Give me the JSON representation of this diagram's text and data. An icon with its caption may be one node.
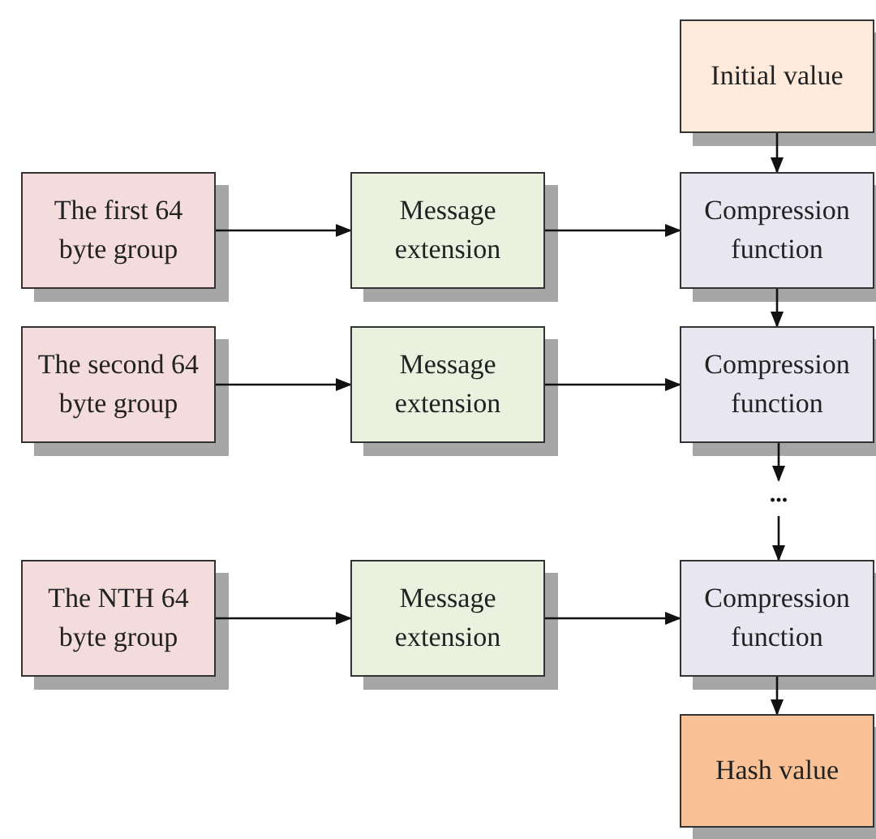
{
  "diagram": {
    "nodes": [
      {
        "text": [
          "Initial value"
        ]
      },
      {
        "text": [
          "The first 64 byte group"
        ]
      },
      {
        "text": [
          "Message extension"
        ]
      },
      {
        "text": [
          "Compression function"
        ]
      },
      {
        "text": [
          "The second 64 byte group"
        ]
      },
      {
        "text": [
          "Message extension"
        ]
      },
      {
        "text": [
          "Compression function"
        ]
      },
      {
        "text": [
          "..."
        ]
      },
      {
        "text": [
          "The NTH 64 byte group"
        ]
      },
      {
        "text": [
          "Message extension"
        ]
      },
      {
        "text": [
          "Compression function"
        ]
      },
      {
        "text": [
          "Hash value"
        ]
      }
    ],
    "edges": [
      {
        "from": 0,
        "to": 3,
        "arrow": "to"
      },
      {
        "from": 1,
        "to": 2,
        "arrow": "to"
      },
      {
        "from": 2,
        "to": 3,
        "arrow": "to"
      },
      {
        "from": 3,
        "to": 6,
        "arrow": "to"
      },
      {
        "from": 4,
        "to": 5,
        "arrow": "to"
      },
      {
        "from": 5,
        "to": 6,
        "arrow": "to"
      },
      {
        "from": 6,
        "to": 7,
        "arrow": "to"
      },
      {
        "from": 7,
        "to": 10,
        "arrow": "to"
      },
      {
        "from": 8,
        "to": 9,
        "arrow": "to"
      },
      {
        "from": 9,
        "to": 10,
        "arrow": "to"
      },
      {
        "from": 10,
        "to": 11,
        "arrow": "to"
      }
    ]
  }
}
